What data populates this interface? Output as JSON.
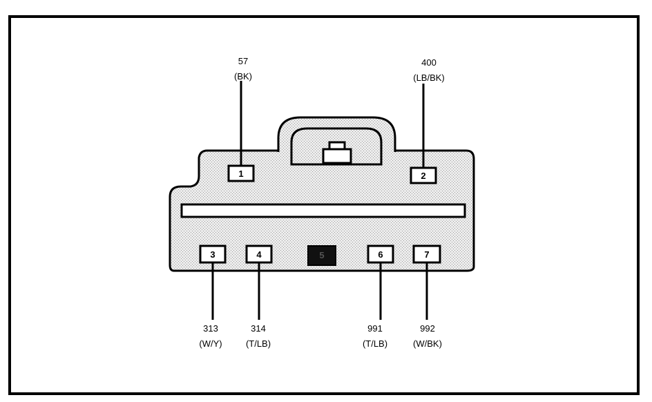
{
  "pins": [
    {
      "num": "1",
      "circuit": "57",
      "color": "(BK)"
    },
    {
      "num": "2",
      "circuit": "400",
      "color": "(LB/BK)"
    },
    {
      "num": "3",
      "circuit": "313",
      "color": "(W/Y)"
    },
    {
      "num": "4",
      "circuit": "314",
      "color": "(T/LB)"
    },
    {
      "num": "5",
      "circuit": "",
      "color": ""
    },
    {
      "num": "6",
      "circuit": "991",
      "color": "(T/LB)"
    },
    {
      "num": "7",
      "circuit": "992",
      "color": "(W/BK)"
    }
  ],
  "colors": {
    "outline": "#000000",
    "body_fill": "#d9d9d9",
    "pin_box_fill": "#ffffff",
    "plugged_cavity": "#111111"
  }
}
